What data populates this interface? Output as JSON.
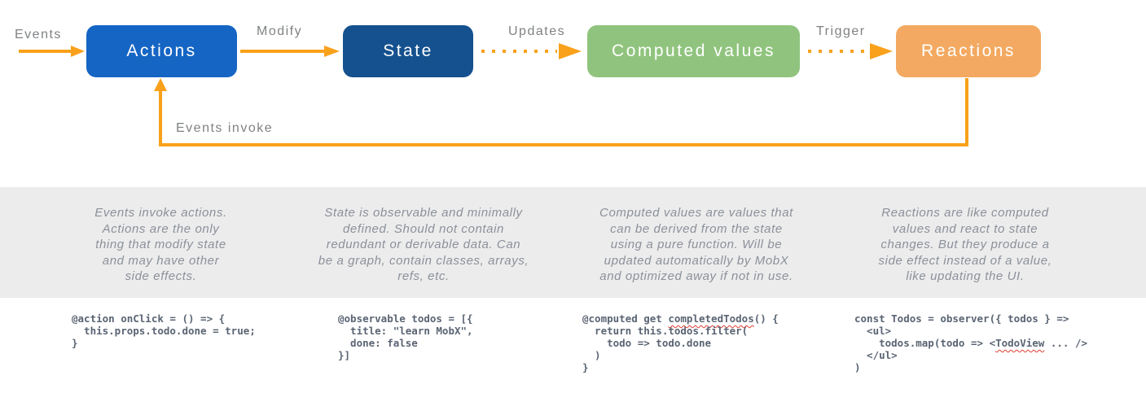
{
  "diagram": {
    "nodes": [
      {
        "id": "actions",
        "label": "Actions",
        "color": "#1565C4"
      },
      {
        "id": "state",
        "label": "State",
        "color": "#15518E"
      },
      {
        "id": "computed",
        "label": "Computed values",
        "color": "#90C47E"
      },
      {
        "id": "reactions",
        "label": "Reactions",
        "color": "#F3A961"
      }
    ],
    "edges": [
      {
        "label": "Events",
        "from": "external",
        "to": "actions",
        "style": "solid"
      },
      {
        "label": "Modify",
        "from": "actions",
        "to": "state",
        "style": "solid"
      },
      {
        "label": "Updates",
        "from": "state",
        "to": "computed",
        "style": "dotted"
      },
      {
        "label": "Trigger",
        "from": "computed",
        "to": "reactions",
        "style": "dotted"
      },
      {
        "label": "Events invoke",
        "from": "reactions",
        "to": "actions",
        "style": "solid-feedback"
      }
    ],
    "arrow_color": "#F9A11B",
    "label_color": "#7F8284"
  },
  "descriptions": [
    {
      "text": "Events invoke actions.\nActions are the only\nthing that modify state\nand may have other\nside effects."
    },
    {
      "text": "State is observable and minimally\ndefined. Should not contain\nredundant or derivable data. Can\nbe a graph, contain classes, arrays,\nrefs, etc."
    },
    {
      "text": "Computed values are values that\ncan be derived from the state\nusing a pure function. Will be\nupdated automatically by MobX\nand optimized away if not in use."
    },
    {
      "text": "Reactions are like computed\nvalues and react to state\nchanges. But they produce a\nside effect instead of a value,\nlike updating the UI."
    }
  ],
  "code_snippets": [
    {
      "before": "@action onClick = () => {\n  this.props.todo.done = true;\n}",
      "highlight": "",
      "after": ""
    },
    {
      "before": "@observable todos = [{\n  title: \"learn MobX\",\n  done: false\n}]",
      "highlight": "",
      "after": ""
    },
    {
      "before": "@computed get ",
      "highlight": "completedTodos",
      "after": "() {\n  return this.todos.filter(\n    todo => todo.done\n  )\n}"
    },
    {
      "before": "const Todos = observer({ todos } =>\n  <ul>\n    todos.map(todo => <",
      "highlight": "TodoView",
      "after": " ... />\n  </ul>\n)"
    }
  ],
  "colors": {
    "band_background": "#ECECEC",
    "description_text": "#8B909A",
    "code_text": "#5A6473",
    "squiggle": "#E03C31"
  }
}
